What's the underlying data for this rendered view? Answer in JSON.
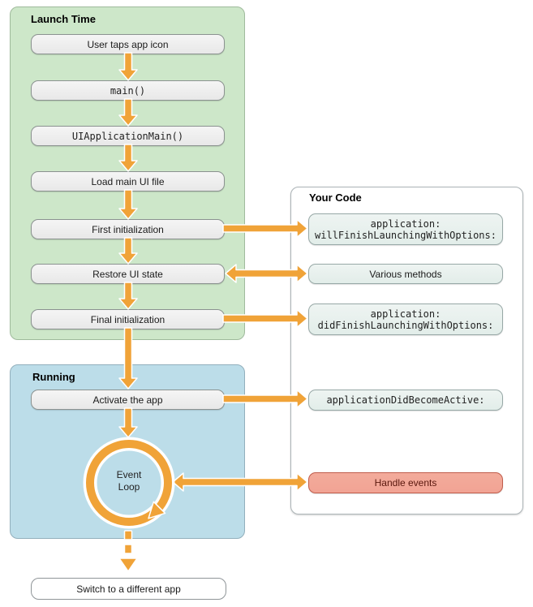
{
  "colors": {
    "accent_orange": "#F0A338",
    "launch_bg": "#CDE7C9",
    "running_bg": "#BCDDE9",
    "step_box_bg": "#EDEDED",
    "code_box_bg": "#E7F0ED",
    "handle_events_bg": "#F1A394",
    "handle_events_text": "#5A170D"
  },
  "launch_time": {
    "title": "Launch Time",
    "steps": [
      {
        "label": "User taps app icon"
      },
      {
        "label": "main()"
      },
      {
        "label": "UIApplicationMain()"
      },
      {
        "label": "Load main UI file"
      },
      {
        "label": "First initialization"
      },
      {
        "label": "Restore UI state"
      },
      {
        "label": "Final initialization"
      }
    ]
  },
  "running": {
    "title": "Running",
    "activate_label": "Activate the app",
    "event_loop_line1": "Event",
    "event_loop_line2": "Loop"
  },
  "your_code": {
    "title": "Your Code",
    "callbacks": [
      {
        "line1": "application:",
        "line2": "willFinishLaunchingWithOptions:"
      },
      {
        "label": "Various methods"
      },
      {
        "line1": "application:",
        "line2": "didFinishLaunchingWithOptions:"
      },
      {
        "label": "applicationDidBecomeActive:"
      },
      {
        "label": "Handle events"
      }
    ]
  },
  "footer": {
    "switch_label": "Switch to a different app"
  }
}
